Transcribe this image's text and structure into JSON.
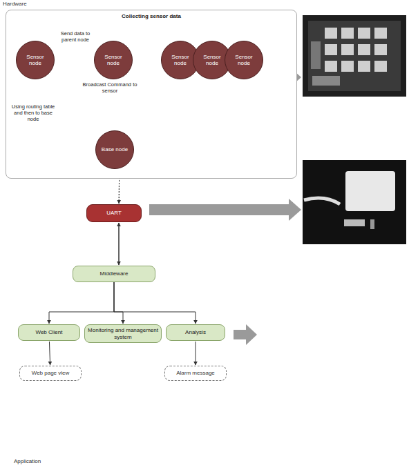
{
  "diagram": {
    "nodes": [
      {
        "text": [
          "Collecting sensor data"
        ]
      },
      {
        "text": [
          "Sensor node"
        ],
        "in": 0
      },
      {
        "text": [
          "Sensor node"
        ],
        "in": 0
      },
      {
        "text": [
          "Sensor node"
        ],
        "in": 0
      },
      {
        "text": [
          "Sensor node"
        ],
        "in": 0
      },
      {
        "text": [
          "Sensor node"
        ],
        "in": 0
      },
      {
        "text": [
          "Base node"
        ],
        "in": 0
      },
      {
        "text": [
          "UART"
        ]
      },
      {
        "text": [
          "Middleware"
        ]
      },
      {
        "text": [
          "Web Client"
        ]
      },
      {
        "text": [
          "Monitoring and management system"
        ]
      },
      {
        "text": [
          "Analysis"
        ]
      },
      {
        "text": [
          "Web page view"
        ]
      },
      {
        "text": [
          "Alarm message"
        ]
      }
    ],
    "edges": [
      {
        "from": 2,
        "to": 1,
        "arrow": "to",
        "label": "Send data to parent node"
      },
      {
        "from": 6,
        "to": 1,
        "arrow": "to",
        "label": "Broadcast Command to sensor"
      },
      {
        "from": 1,
        "to": 6,
        "arrow": "to",
        "label": "Using routing table and then to base node"
      },
      {
        "from": 6,
        "to": 7,
        "arrow": "to"
      },
      {
        "from": 7,
        "to": 6,
        "arrow": "to"
      },
      {
        "from": 7,
        "to": 8,
        "arrow": "to"
      },
      {
        "from": 8,
        "to": 7,
        "arrow": "to"
      },
      {
        "from": 8,
        "to": 9,
        "arrow": "to"
      },
      {
        "from": 8,
        "to": 10,
        "arrow": "to"
      },
      {
        "from": 8,
        "to": 11,
        "arrow": "to"
      },
      {
        "from": 9,
        "to": 12,
        "arrow": "to"
      },
      {
        "from": 11,
        "to": 13,
        "arrow": "to"
      }
    ],
    "labels": [
      "Hardware",
      "Application"
    ]
  }
}
